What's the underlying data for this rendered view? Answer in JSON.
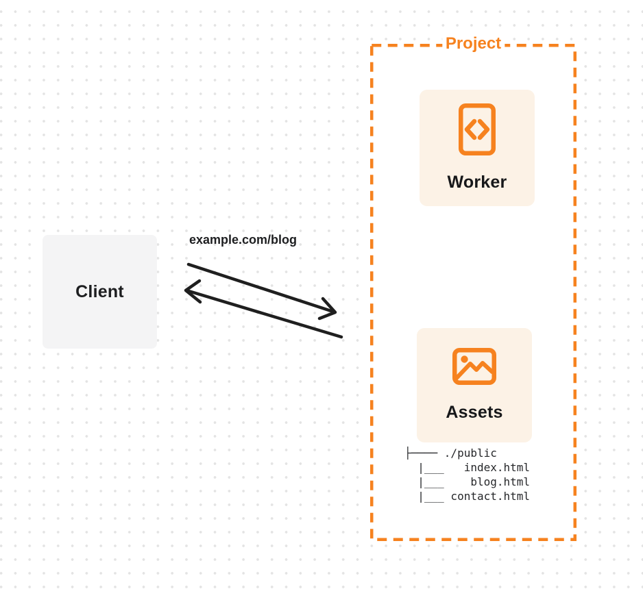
{
  "client": {
    "label": "Client"
  },
  "request": {
    "label": "example.com/blog"
  },
  "project": {
    "label": "Project",
    "worker": {
      "label": "Worker",
      "icon": "code-document-icon"
    },
    "assets": {
      "label": "Assets",
      "icon": "image-icon",
      "file_tree": [
        "├──── ./public",
        "  |___   index.html",
        "  |___    blog.html",
        "  |___ contact.html"
      ]
    }
  },
  "colors": {
    "accent": "#f6821f",
    "card": "#fcf2e6",
    "client": "#f4f4f5",
    "ink": "#1d1e20",
    "arrow": "#1f1f1f",
    "dot": "#e3e3e3",
    "bg": "#ffffff"
  }
}
